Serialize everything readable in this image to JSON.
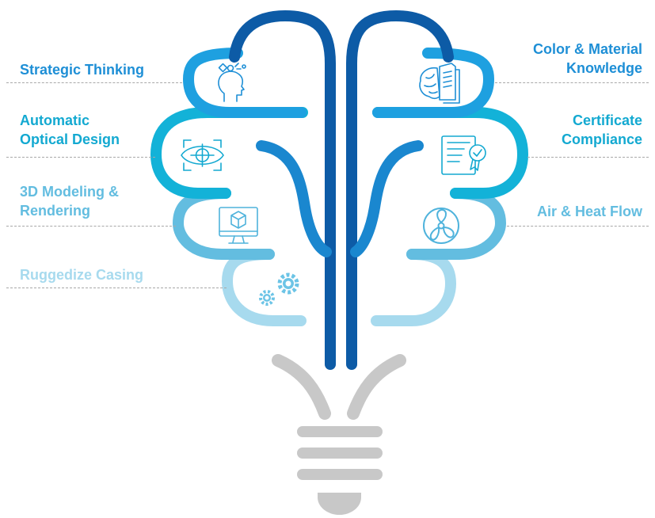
{
  "labels": {
    "strategic_thinking": "Strategic Thinking",
    "automatic_optical_design": "Automatic\nOptical Design",
    "modeling_rendering": "3D Modeling &\nRendering",
    "ruggedize_casing": "Ruggedize Casing",
    "color_material": "Color & Material\nKnowledge",
    "certificate_compliance": "Certificate\nCompliance",
    "air_heat_flow": "Air & Heat Flow"
  },
  "colors": {
    "dark_blue": "#0d5ba6",
    "mid_blue": "#1a87cf",
    "blue": "#1ea0e0",
    "cyan": "#13b2d8",
    "light_blue": "#63bde0",
    "pale_blue": "#a7daee",
    "grey": "#c8c8c8"
  },
  "icons": [
    "head-ideas-icon",
    "eye-target-icon",
    "monitor-cube-icon",
    "gears-icon",
    "brain-book-icon",
    "certificate-icon",
    "fan-icon"
  ]
}
